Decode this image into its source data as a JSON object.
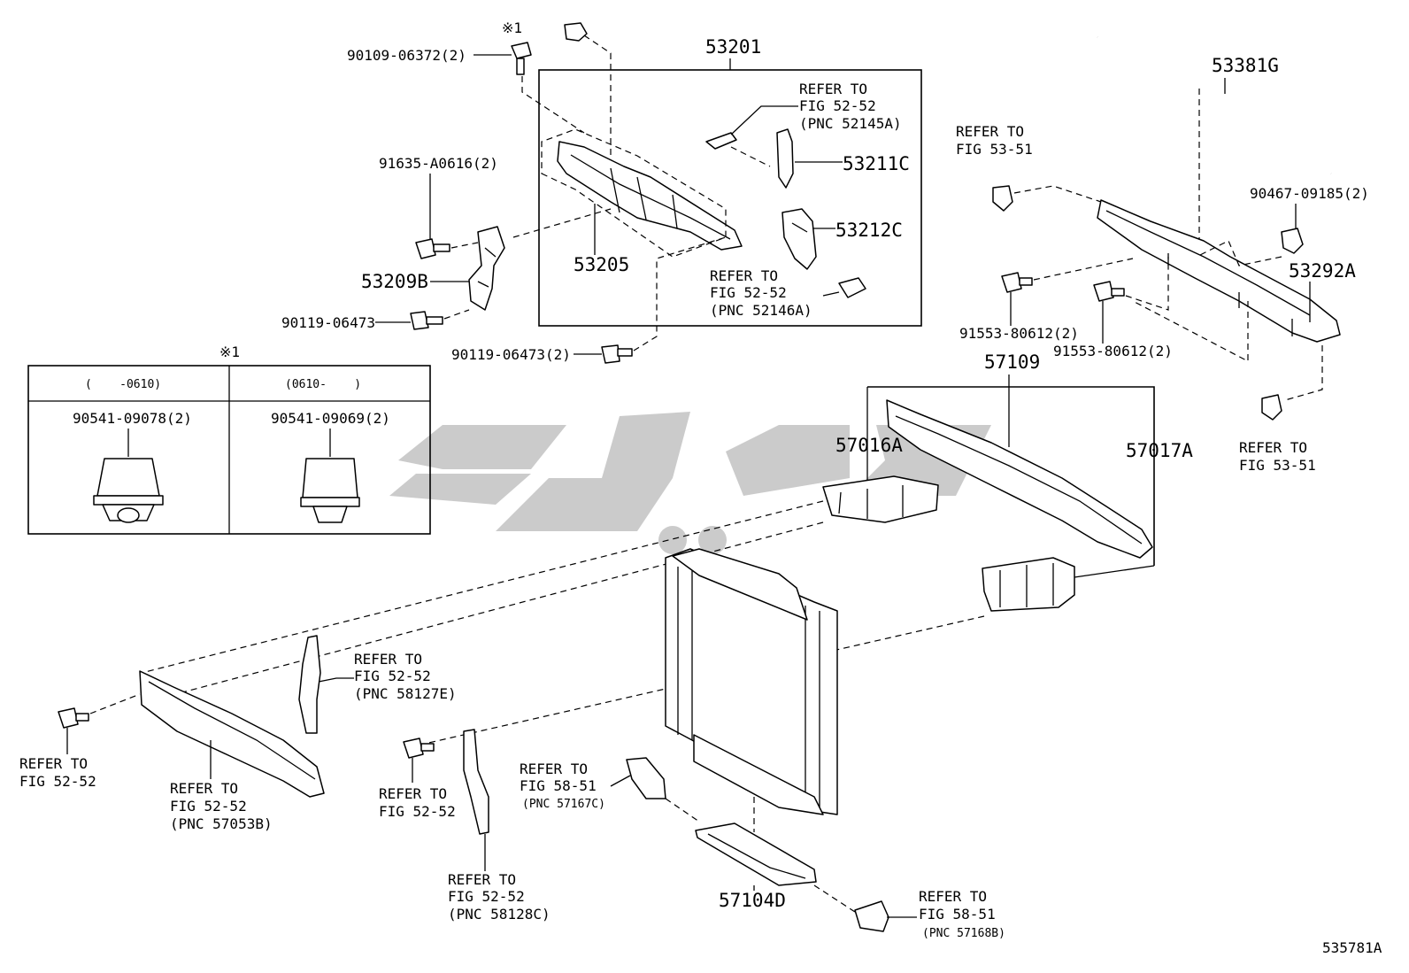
{
  "figure_id": "535781A",
  "note_mark": "※1",
  "labels": {
    "p53201": "53201",
    "p53381g": "53381G",
    "p90109": "90109-06372(2)",
    "p91635": "91635-A0616(2)",
    "p53209b": "53209B",
    "p90119a": "90119-06473",
    "p90119b": "90119-06473(2)",
    "p53205": "53205",
    "p53211c": "53211C",
    "p53212c": "53212C",
    "p90467": "90467-09185(2)",
    "p53292a": "53292A",
    "p91553a": "91553-80612(2)",
    "p91553b": "91553-80612(2)",
    "p57109": "57109",
    "p57016a": "57016A",
    "p57017a": "57017A",
    "p57104d": "57104D"
  },
  "refers": {
    "r1": [
      "REFER TO",
      "FIG 52-52",
      "(PNC 52145A)"
    ],
    "r2": [
      "REFER TO",
      "FIG 52-52",
      "(PNC 52146A)"
    ],
    "r3": [
      "REFER TO",
      "FIG 53-51"
    ],
    "r4": [
      "REFER TO",
      "FIG 53-51"
    ],
    "r5": [
      "REFER TO",
      "FIG 52-52",
      "(PNC 58127E)"
    ],
    "r6": [
      "REFER TO",
      "FIG 52-52"
    ],
    "r7": [
      "REFER TO",
      "FIG 52-52",
      "(PNC 57053B)"
    ],
    "r8": [
      "REFER TO",
      "FIG 52-52"
    ],
    "r9": [
      "REFER TO",
      "FIG 58-51",
      "(PNC 57167C)"
    ],
    "r10": [
      "REFER TO",
      "FIG 52-52",
      "(PNC 58128C)"
    ],
    "r11": [
      "REFER TO",
      "FIG 58-51",
      "(PNC 57168B)"
    ]
  },
  "variant_table": {
    "mark": "※1",
    "col1_header": "(    -0610)",
    "col2_header": "(0610-    )",
    "col1_part": "90541-09078(2)",
    "col2_part": "90541-09069(2)"
  }
}
